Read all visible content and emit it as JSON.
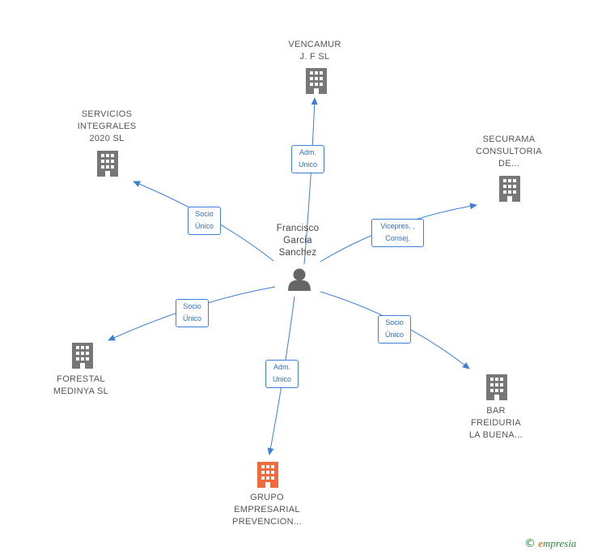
{
  "center": {
    "name": "Francisco\nGarcia\nSanchez",
    "icon": "person-icon"
  },
  "companies": [
    {
      "id": "vencamur",
      "name": "VENCAMUR\nJ. F SL",
      "icon": "building-icon",
      "color": "#777777"
    },
    {
      "id": "servicios",
      "name": "SERVICIOS\nINTEGRALES\n2020 SL",
      "icon": "building-icon",
      "color": "#777777"
    },
    {
      "id": "securama",
      "name": "SECURAMA\nCONSULTORIA\nDE...",
      "icon": "building-icon",
      "color": "#777777"
    },
    {
      "id": "forestal",
      "name": "FORESTAL\nMEDINYA SL",
      "icon": "building-icon",
      "color": "#777777"
    },
    {
      "id": "bar",
      "name": "BAR\nFREIDURIA\nLA BUENA...",
      "icon": "building-icon",
      "color": "#777777"
    },
    {
      "id": "grupo",
      "name": "GRUPO\nEMPRESARIAL\nPREVENCION...",
      "icon": "building-icon",
      "color": "#f06a3c"
    }
  ],
  "relations": [
    {
      "to": "vencamur",
      "label": "Adm.\nUnico"
    },
    {
      "to": "servicios",
      "label": "Socio\nÚnico"
    },
    {
      "to": "securama",
      "label": "Vicepres. ,\nConsej."
    },
    {
      "to": "forestal",
      "label": "Socio\nÚnico"
    },
    {
      "to": "bar",
      "label": "Socio\nÚnico"
    },
    {
      "to": "grupo",
      "label": "Adm.\nUnico"
    }
  ],
  "colors": {
    "edge": "#3d7fd6",
    "building": "#777777",
    "highlight": "#f06a3c",
    "person": "#666666"
  },
  "footer": {
    "copyright": "©",
    "brand_initial": "e",
    "brand_rest": "mpresia"
  }
}
